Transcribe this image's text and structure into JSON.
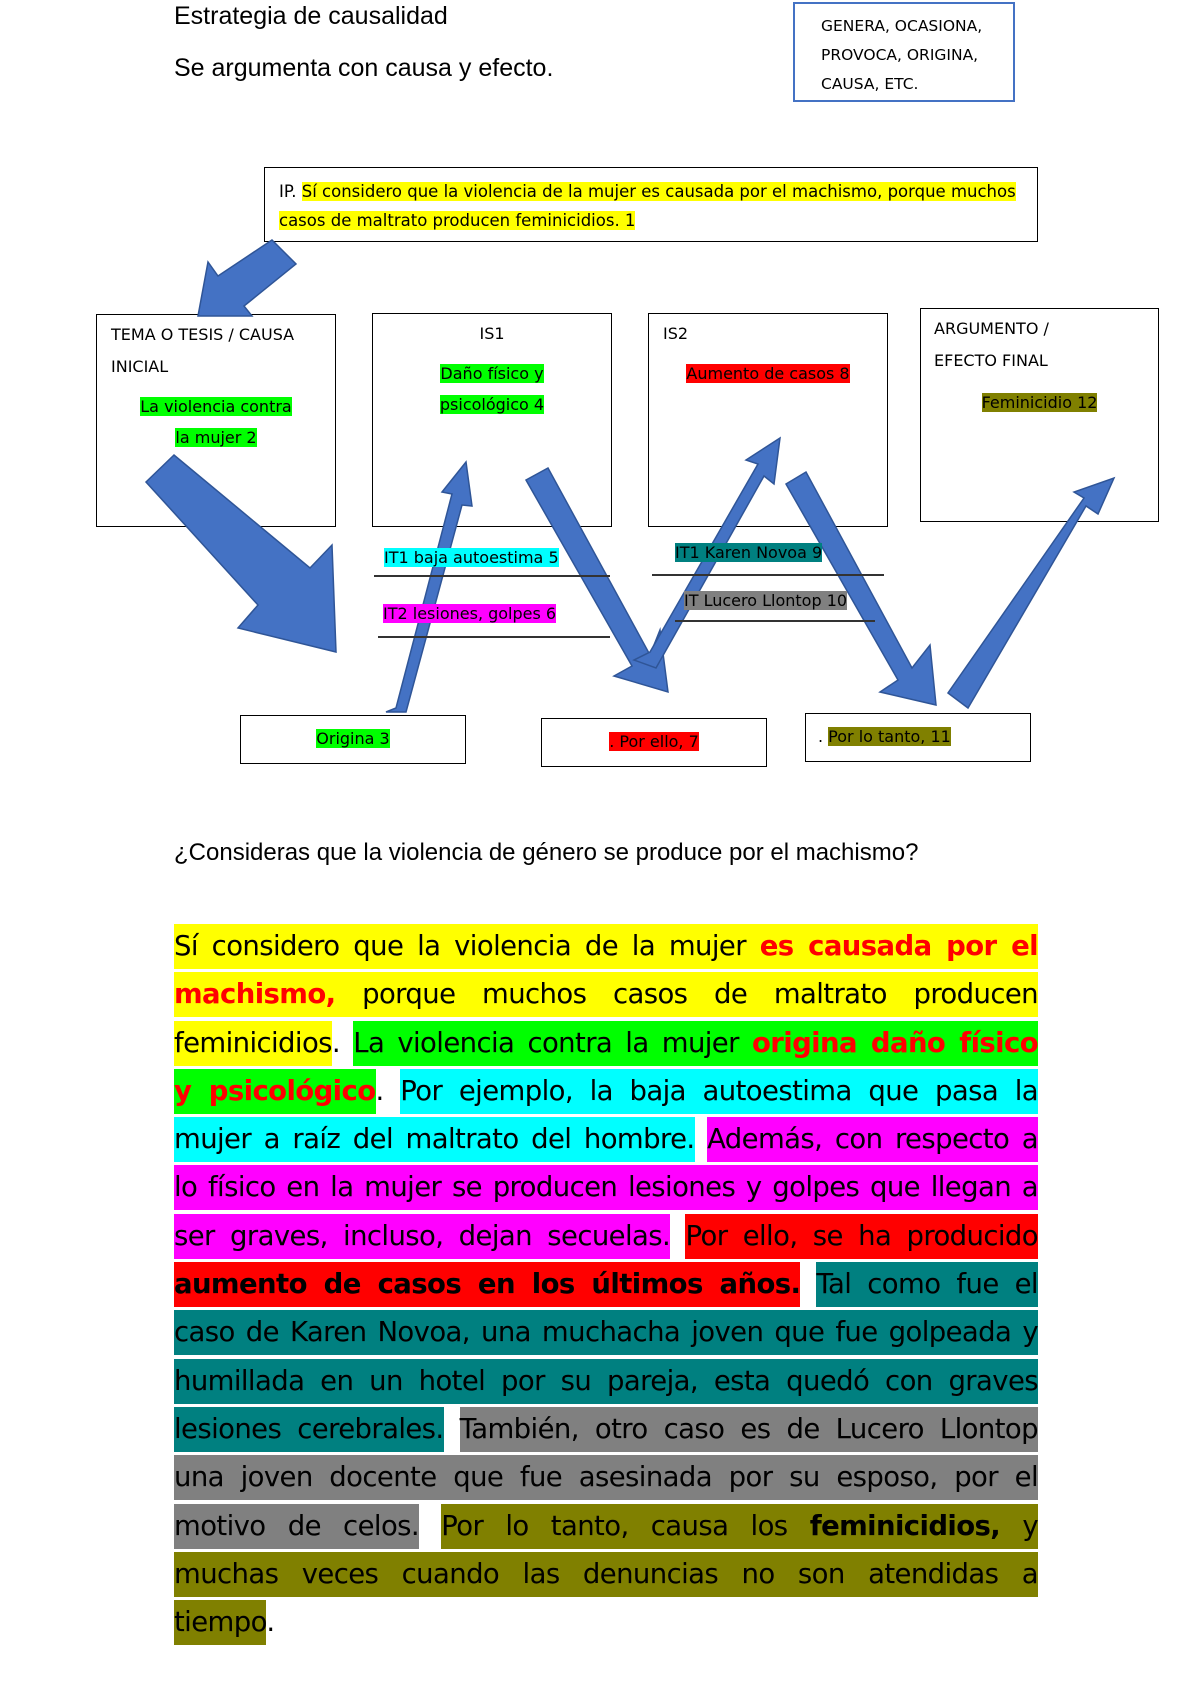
{
  "header": {
    "title": "Estrategia de causalidad",
    "subtitle": "Se argumenta con causa y efecto."
  },
  "verbs_box": {
    "lines": [
      "GENERA, OCASIONA,",
      "PROVOCA, ORIGINA,",
      "CAUSA, ETC."
    ]
  },
  "diagram": {
    "ip_box": {
      "prefix": "IP.",
      "text": "Sí considero que la violencia de la mujer es causada por el machismo, porque muchos casos de maltrato producen feminicidios. 1",
      "highlight": "#ffff00"
    },
    "columns": [
      {
        "heading": "TEMA O TESIS / CAUSA INICIAL",
        "item": "La violencia contra la mujer 2",
        "highlight": "#00ff00"
      },
      {
        "heading": "IS1",
        "item": "Daño físico y psicológico 4",
        "highlight": "#00ff00"
      },
      {
        "heading": "IS2",
        "item": "Aumento de casos 8",
        "highlight": "#ff0000"
      },
      {
        "heading": "ARGUMENTO / EFECTO FINAL",
        "item": "Feminicidio 12",
        "highlight": "#808000"
      }
    ],
    "notes": [
      {
        "text": "IT1 baja autoestima 5",
        "highlight": "#00ffff"
      },
      {
        "text": "IT2 lesiones, golpes 6",
        "highlight": "#ff00ff"
      },
      {
        "text": "IT1 Karen Novoa 9",
        "highlight": "#008080"
      },
      {
        "text": "IT Lucero Llontop 10",
        "highlight": "#808080"
      }
    ],
    "connectors": [
      {
        "prefix": "",
        "text": "Origina 3",
        "highlight": "#00ff00"
      },
      {
        "prefix": "",
        "text": ". Por ello, 7",
        "highlight": "#ff0000"
      },
      {
        "prefix": ". ",
        "text": "Por lo tanto, 11",
        "highlight": "#808000"
      }
    ],
    "arrow_color": "#4472c4"
  },
  "question": "¿Consideras que la violencia de género se produce por el machismo?",
  "answer": {
    "segments": [
      {
        "text": "Sí considero que la violencia de la mujer ",
        "bg": "y"
      },
      {
        "text": "es causada por el machismo,",
        "bg": "y",
        "style": "red"
      },
      {
        "text": " porque muchos casos de maltrato producen feminicidios",
        "bg": "y"
      },
      {
        "text": ". ",
        "bg": ""
      },
      {
        "text": "La violencia contra la mujer ",
        "bg": "g"
      },
      {
        "text": "origina daño físico y psicológico",
        "bg": "g",
        "style": "red"
      },
      {
        "text": ". ",
        "bg": ""
      },
      {
        "text": "Por ejemplo, la baja autoestima que pasa la mujer a raíz del maltrato del hombre.",
        "bg": "c"
      },
      {
        "text": " ",
        "bg": ""
      },
      {
        "text": "Además, con respecto a lo físico en la mujer se producen lesiones y golpes que llegan a ser graves, incluso, dejan secuelas.",
        "bg": "m"
      },
      {
        "text": " ",
        "bg": ""
      },
      {
        "text": "Por ello, se ha producido ",
        "bg": "r"
      },
      {
        "text": "aumento de casos en los últimos años.",
        "bg": "r",
        "style": "b"
      },
      {
        "text": " ",
        "bg": ""
      },
      {
        "text": "Tal como fue el caso de Karen Novoa, una muchacha joven que fue golpeada y humillada en un hotel por su pareja, esta quedó con graves lesiones cerebrales.",
        "bg": "t"
      },
      {
        "text": " ",
        "bg": ""
      },
      {
        "text": "También, otro caso es de Lucero Llontop una joven docente que fue asesinada por su esposo, por el motivo de celos.",
        "bg": "gr"
      },
      {
        "text": " ",
        "bg": ""
      },
      {
        "text": "Por lo tanto, causa los ",
        "bg": "o"
      },
      {
        "text": "feminicidios,",
        "bg": "o",
        "style": "b"
      },
      {
        "text": " y muchas veces cuando las denuncias no son atendidas a tiempo",
        "bg": "o"
      },
      {
        "text": ".",
        "bg": ""
      }
    ]
  }
}
